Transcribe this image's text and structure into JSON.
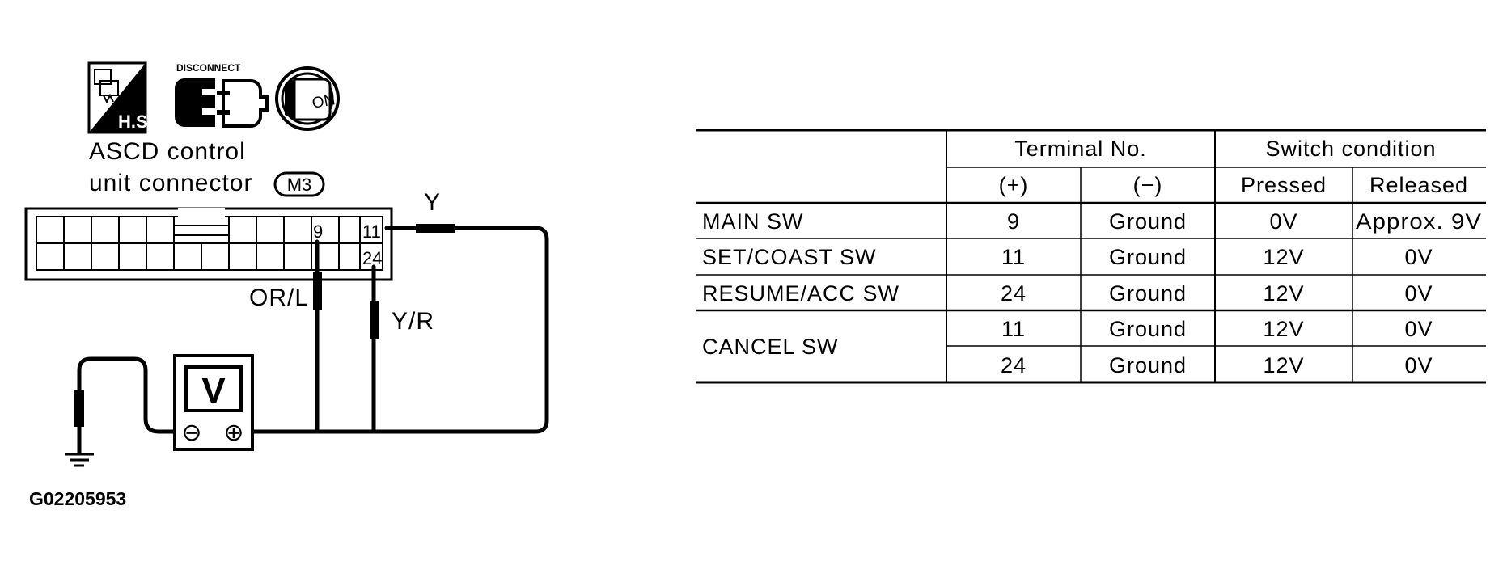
{
  "icons": {
    "hs_label": "H.S.",
    "disconnect_label": "DISCONNECT",
    "key_label": "ON"
  },
  "connector": {
    "title_line1": "ASCD control",
    "title_line2": "unit connector",
    "code": "M3",
    "pins": [
      "9",
      "11",
      "24"
    ]
  },
  "wires": {
    "y": "Y",
    "or_l": "OR/L",
    "y_r": "Y/R"
  },
  "meter": {
    "label": "V",
    "neg": "⊖",
    "pos": "⊕"
  },
  "figure_code": "G02205953",
  "table": {
    "group_headers": [
      "Terminal No.",
      "Switch condition"
    ],
    "sub_headers": [
      "(+)",
      "(−)",
      "Pressed",
      "Released"
    ],
    "rows": [
      {
        "name": "MAIN SW",
        "plus": "9",
        "minus": "Ground",
        "pressed": "0V",
        "released": "Approx. 9V"
      },
      {
        "name": "SET/COAST SW",
        "plus": "11",
        "minus": "Ground",
        "pressed": "12V",
        "released": "0V"
      },
      {
        "name": "RESUME/ACC SW",
        "plus": "24",
        "minus": "Ground",
        "pressed": "12V",
        "released": "0V"
      },
      {
        "name": "CANCEL SW",
        "plus": "11",
        "minus": "Ground",
        "pressed": "12V",
        "released": "0V"
      },
      {
        "name": "",
        "plus": "24",
        "minus": "Ground",
        "pressed": "12V",
        "released": "0V"
      }
    ]
  }
}
